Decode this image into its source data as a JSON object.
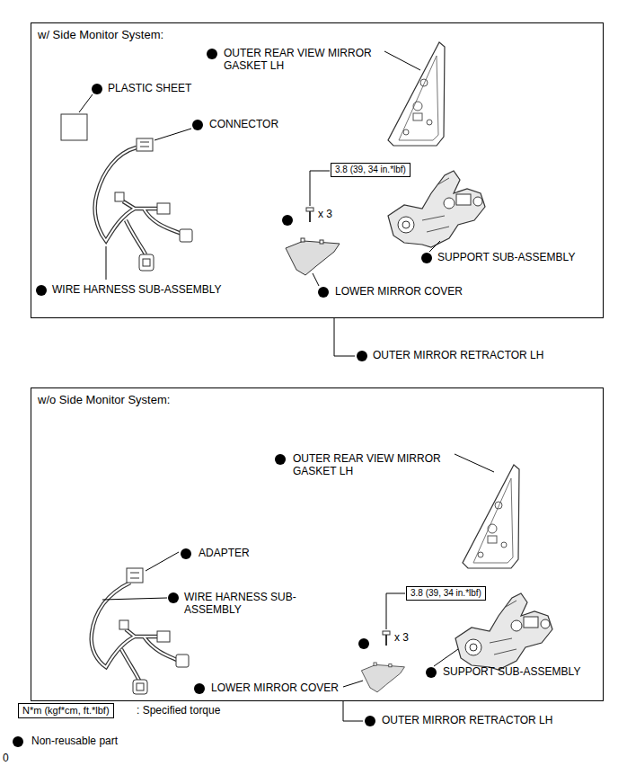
{
  "diagram": {
    "nodes": [
      {
        "text": [
          "w/ Side Monitor System:"
        ]
      },
      {
        "text": [
          "3.8 (39, 34 in.*lbf)"
        ],
        "in": 0
      },
      {
        "text": [
          "w/o Side Monitor System:"
        ]
      },
      {
        "text": [
          "3.8 (39, 34 in.*lbf)"
        ],
        "in": 2
      },
      {
        "text": [
          "N*m (kgf*cm, ft.*lbf)"
        ]
      }
    ],
    "labels": [
      "OUTER REAR VIEW MIRROR GASKET LH",
      "PLASTIC SHEET",
      "CONNECTOR",
      "x 3",
      "SUPPORT SUB-ASSEMBLY",
      "WIRE HARNESS SUB-ASSEMBLY",
      "LOWER MIRROR COVER",
      "OUTER MIRROR RETRACTOR LH",
      "OUTER REAR VIEW MIRROR GASKET LH",
      "ADAPTER",
      "WIRE HARNESS SUB-ASSEMBLY",
      "x 3",
      "SUPPORT SUB-ASSEMBLY",
      "LOWER MIRROR COVER",
      ": Specified torque",
      "OUTER MIRROR RETRACTOR LH",
      "Non-reusable part",
      "0"
    ]
  }
}
